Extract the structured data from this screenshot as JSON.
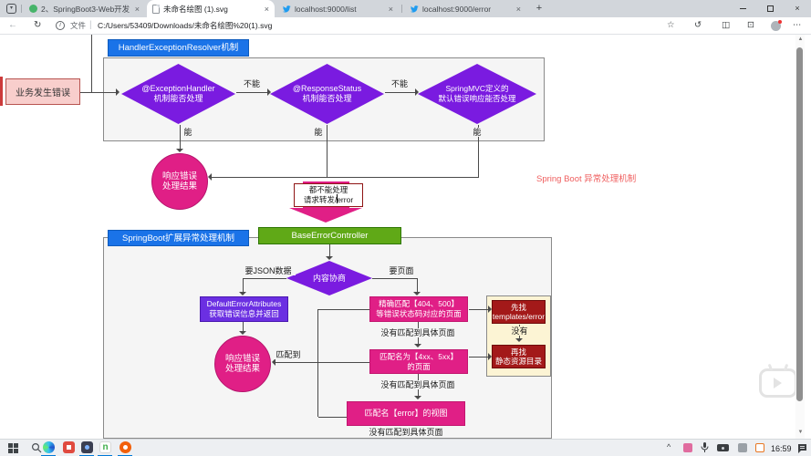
{
  "browser": {
    "tabs": [
      {
        "title": "2、SpringBoot3-Web开发",
        "favicon": "green-circle",
        "active": false
      },
      {
        "title": "未命名绘图 (1).svg",
        "favicon": "document",
        "active": true
      },
      {
        "title": "localhost:9000/list",
        "favicon": "bird",
        "active": false
      },
      {
        "title": "localhost:9000/error",
        "favicon": "bird",
        "active": false
      }
    ],
    "address": {
      "file_label": "文件",
      "separator": "|",
      "url": "C:/Users/53409/Downloads/未命名绘图%20(1).svg"
    }
  },
  "icons": {
    "close": "×",
    "plus": "+",
    "back": "←",
    "refresh": "↻",
    "info": "i",
    "star": "☆",
    "history": "↺",
    "split": "◫",
    "extensions": "⊡",
    "more": "⋯",
    "chevron_up": "^",
    "scroll_up": "▲",
    "scroll_down": "▼",
    "tab_caret": "▾"
  },
  "diagram": {
    "note": "Spring Boot 异常处理机制",
    "resolver": {
      "header": "HandlerExceptionResolver机制",
      "start": "业务发生错误",
      "d1": [
        "@ExceptionHandler",
        "机制能否处理"
      ],
      "d2": [
        "@ResponseStatus",
        "机制能否处理"
      ],
      "d3": [
        "SpringMVC定义的",
        "默认错误响应能否处理"
      ],
      "cannot": "不能",
      "can": "能",
      "result": [
        "响应错误",
        "处理结果"
      ],
      "forward": [
        "都不能处理",
        "请求转发/error"
      ]
    },
    "extension": {
      "header": "SpringBoot扩展异常处理机制",
      "controller": "BaseErrorController",
      "negotiation": "内容协商",
      "want_json": "要JSON数据",
      "want_page": "要页面",
      "attributes": [
        "DefaultErrorAttributes",
        "获取错误信息并返回"
      ],
      "result": [
        "响应错误",
        "处理结果"
      ],
      "exact": [
        "精确匹配【404、500】",
        "等错误状态码对应的页面"
      ],
      "wildcard": [
        "匹配名为【4xx、5xx】",
        "的页面"
      ],
      "error_view": "匹配名【error】的视图",
      "no_match": "没有匹配到具体页面",
      "matched": "匹配到",
      "templates": [
        "先找",
        "templates/error"
      ],
      "none": "没有",
      "static_dir": [
        "再找",
        "静态资源目录"
      ]
    }
  },
  "taskbar": {
    "time": "16:59"
  },
  "colors": {
    "purple": "#7a1be0",
    "indigo": "#6b2fe2",
    "blue": "#1a73e8",
    "green": "#60a917",
    "pink": "#e01f86",
    "dark_red": "#a31919",
    "cream": "#fcf4d4",
    "start_fill": "#f8cecc",
    "start_border": "#b85450",
    "container_fill": "#f5f5f5",
    "line": "#4a4a4a",
    "note_red": "#ef5e5e",
    "accent_underline": "#0078d7"
  }
}
